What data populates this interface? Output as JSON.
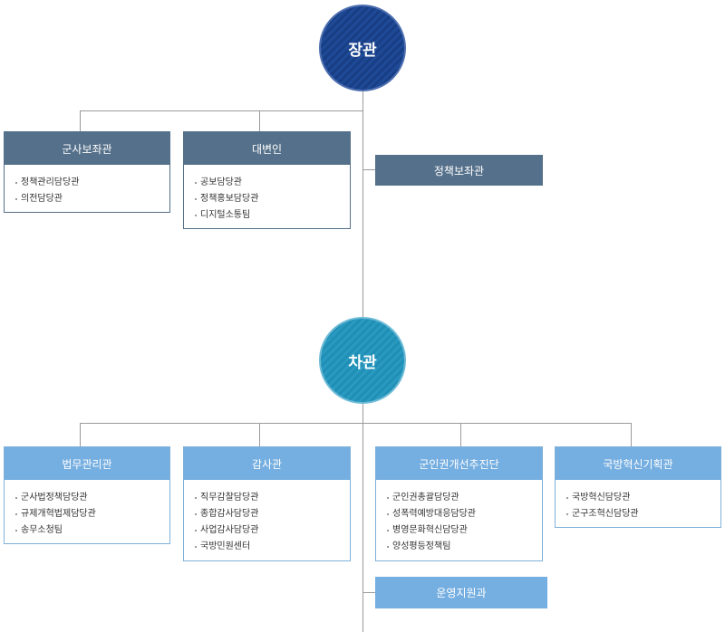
{
  "colors": {
    "minister_circle": "#1f4a97",
    "vice_circle": "#2a9ac0",
    "dark_header": "#55708a",
    "light_header": "#75aee0",
    "connector": "#9a9a9a"
  },
  "minister": {
    "title": "장관",
    "offices": [
      {
        "title": "군사보좌관",
        "items": [
          "정책관리담당관",
          "의전담당관"
        ]
      },
      {
        "title": "대변인",
        "items": [
          "공보담당관",
          "정책홍보담당관",
          "디지털소통팀"
        ]
      }
    ],
    "side_office": "정책보좌관"
  },
  "vice_minister": {
    "title": "차관",
    "offices": [
      {
        "title": "법무관리관",
        "items": [
          "군사법정책담당관",
          "규제개혁법제담당관",
          "송무소청팀"
        ]
      },
      {
        "title": "감사관",
        "items": [
          "직무감찰담당관",
          "종합감사담당관",
          "사업감사담당관",
          "국방민원센터"
        ]
      },
      {
        "title": "군인권개선추진단",
        "items": [
          "군인권총괄담당관",
          "성폭력예방대응담당관",
          "병영문화혁신담당관",
          "양성평등정책팀"
        ]
      },
      {
        "title": "국방혁신기획관",
        "items": [
          "국방혁신담당관",
          "군구조혁신담당관"
        ]
      }
    ],
    "bottom_office": "운영지원과"
  }
}
